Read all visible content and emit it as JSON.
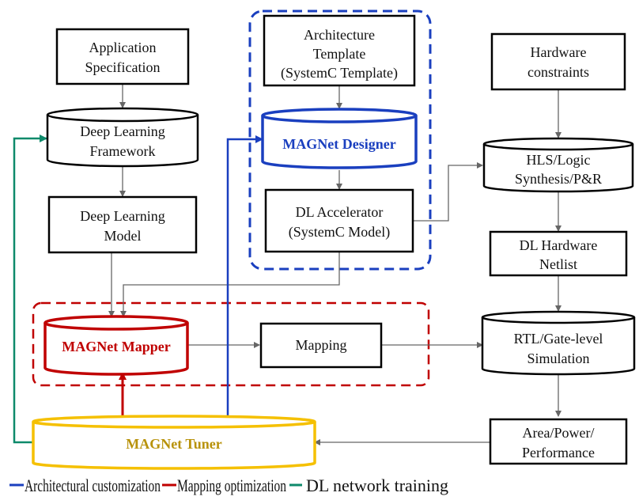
{
  "title": "MAGNet design flow",
  "colors": {
    "architectural": "#1a3fbf",
    "mapping": "#c00000",
    "training": "#0e8a6b",
    "tuner": "#f5c000",
    "tuner_text": "#b8920a",
    "connector": "#666666"
  },
  "nodes": {
    "app_spec": [
      "Application",
      "Specification"
    ],
    "dl_framework": [
      "Deep Learning",
      "Framework"
    ],
    "dl_model": [
      "Deep Learning",
      "Model"
    ],
    "arch_template": [
      "Architecture",
      "Template",
      "(SystemC  Template)"
    ],
    "magnet_designer": "MAGNet Designer",
    "dl_accelerator": [
      "DL Accelerator",
      "(SystemC  Model)"
    ],
    "hw_constraints": [
      "Hardware",
      "constraints"
    ],
    "hls": [
      "HLS/Logic",
      "Synthesis/P&R"
    ],
    "netlist": [
      "DL Hardware",
      "Netlist"
    ],
    "magnet_mapper": "MAGNet Mapper",
    "mapping": "Mapping",
    "rtl_sim": [
      "RTL/Gate-level",
      "Simulation"
    ],
    "ppa": [
      "Area/Power/",
      "Performance"
    ],
    "magnet_tuner": "MAGNet Tuner"
  },
  "legend": [
    {
      "label": "Architectural customization",
      "color": "#1a3fbf"
    },
    {
      "label": "Mapping optimization",
      "color": "#c00000"
    },
    {
      "label": "DL network training",
      "color": "#0e8a6b"
    }
  ]
}
